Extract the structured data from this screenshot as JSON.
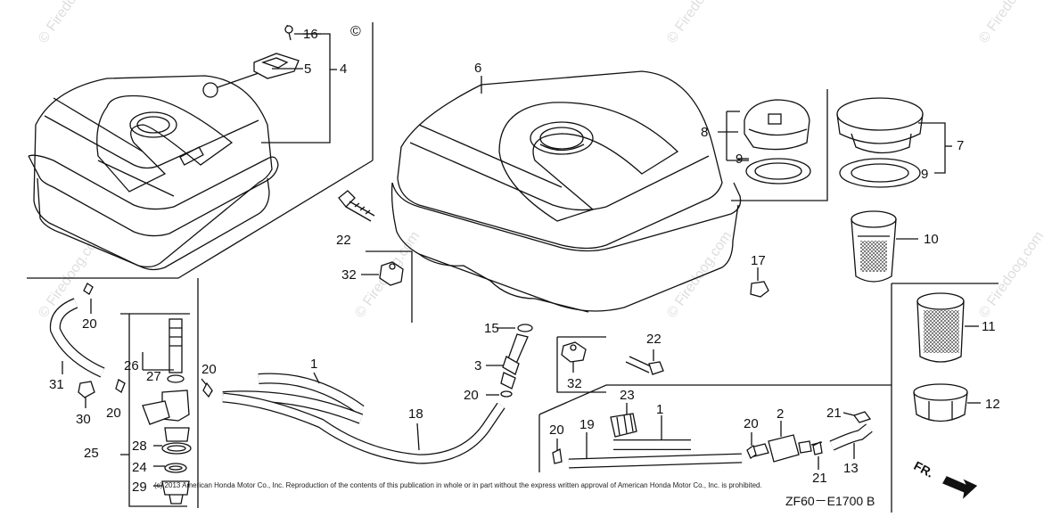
{
  "watermark": {
    "brand": "© Firedoog.com"
  },
  "diagram": {
    "copyright_symbol": "©",
    "copyright": "(c) 2013 American Honda Motor Co., Inc. Reproduction of the contents of this publication in whole or in part without the express written approval of American Honda Motor Co., Inc. is prohibited.",
    "diagram_code": "ZF60－E1700 B",
    "front_indicator": "FR.",
    "callouts": [
      {
        "id": "c16a",
        "text": "16"
      },
      {
        "id": "c5",
        "text": "5"
      },
      {
        "id": "c4",
        "text": "4"
      },
      {
        "id": "c6",
        "text": "6"
      },
      {
        "id": "c8",
        "text": "8"
      },
      {
        "id": "c9a",
        "text": "9"
      },
      {
        "id": "c7",
        "text": "7"
      },
      {
        "id": "c9b",
        "text": "9"
      },
      {
        "id": "c10",
        "text": "10"
      },
      {
        "id": "c11",
        "text": "11"
      },
      {
        "id": "c12",
        "text": "12"
      },
      {
        "id": "c17",
        "text": "17"
      },
      {
        "id": "c22a",
        "text": "22"
      },
      {
        "id": "c32a",
        "text": "32"
      },
      {
        "id": "c22b",
        "text": "22"
      },
      {
        "id": "c32b",
        "text": "32"
      },
      {
        "id": "c15",
        "text": "15"
      },
      {
        "id": "c3",
        "text": "3"
      },
      {
        "id": "c20a",
        "text": "20"
      },
      {
        "id": "c1a",
        "text": "1"
      },
      {
        "id": "c18",
        "text": "18"
      },
      {
        "id": "c20b",
        "text": "20"
      },
      {
        "id": "c31",
        "text": "31"
      },
      {
        "id": "c30",
        "text": "30"
      },
      {
        "id": "c20c",
        "text": "20"
      },
      {
        "id": "c26",
        "text": "26"
      },
      {
        "id": "c27",
        "text": "27"
      },
      {
        "id": "c20d",
        "text": "20"
      },
      {
        "id": "c25",
        "text": "25"
      },
      {
        "id": "c28",
        "text": "28"
      },
      {
        "id": "c24",
        "text": "24"
      },
      {
        "id": "c29",
        "text": "29"
      },
      {
        "id": "c23",
        "text": "23"
      },
      {
        "id": "c1b",
        "text": "1"
      },
      {
        "id": "c2",
        "text": "2"
      },
      {
        "id": "c21a",
        "text": "21"
      },
      {
        "id": "c20e",
        "text": "20"
      },
      {
        "id": "c19",
        "text": "19"
      },
      {
        "id": "c20f",
        "text": "20"
      },
      {
        "id": "c21b",
        "text": "21"
      },
      {
        "id": "c13",
        "text": "13"
      }
    ]
  }
}
